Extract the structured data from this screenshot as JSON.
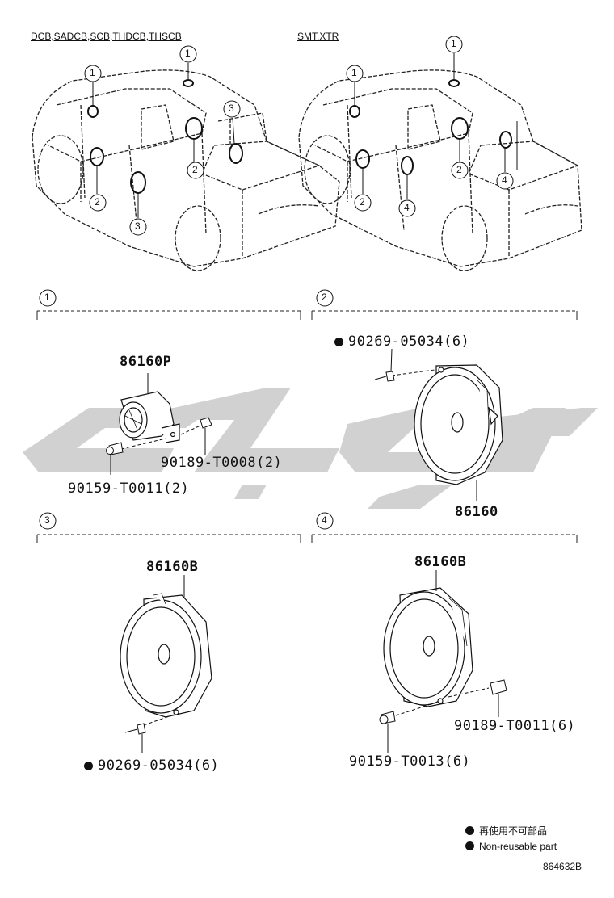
{
  "headers": {
    "left_group": "DCB,SADCB,SCB,THDCB,THSCB",
    "right_group": "SMT.XTR"
  },
  "callouts": {
    "c1": "1",
    "c2": "2",
    "c3": "3",
    "c4": "4"
  },
  "sections": [
    {
      "number": "1"
    },
    {
      "number": "2"
    },
    {
      "number": "3"
    },
    {
      "number": "4"
    }
  ],
  "parts": {
    "tweeter": "86160P",
    "screw_a": "90159-T0011(2)",
    "nut_a": "90189-T0008(2)",
    "rivet_2": "90269-05034(6)",
    "speaker_2": "86160",
    "speaker_3": "86160B",
    "rivet_3": "90269-05034(6)",
    "speaker_4": "86160B",
    "nut_4": "90189-T0011(6)",
    "screw_4": "90159-T0013(6)"
  },
  "legend": {
    "line1": "再使用不可部品",
    "line2": "Non-reusable part"
  },
  "diagram_code": "864632B"
}
